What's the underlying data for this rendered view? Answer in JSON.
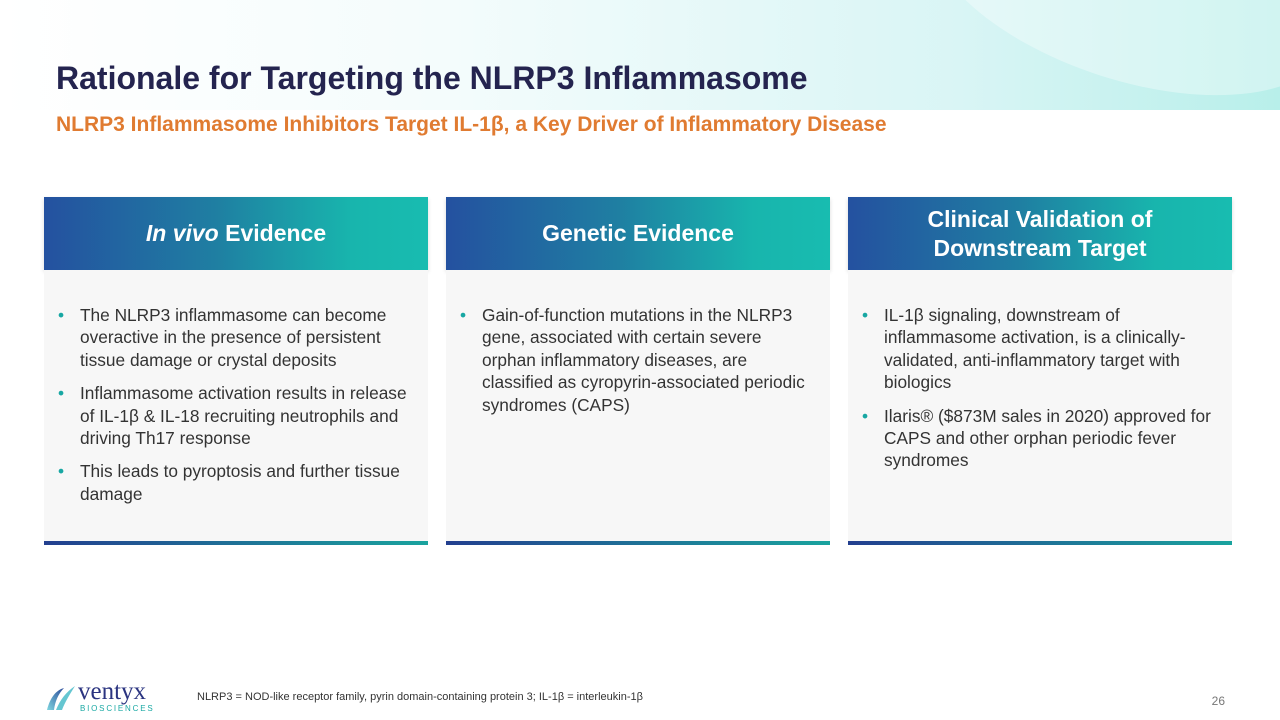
{
  "title": "Rationale for Targeting the NLRP3 Inflammasome",
  "subtitle": "NLRP3 Inflammasome Inhibitors Target IL-1β, a Key Driver of Inflammatory Disease",
  "cards": [
    {
      "title_italic": "In vivo",
      "title": " Evidence",
      "bullets": [
        "The NLRP3 inflammasome can become overactive in the presence of persistent tissue damage or crystal deposits",
        "Inflammasome activation results in release of IL-1β & IL-18 recruiting neutrophils and driving Th17 response",
        "This leads to pyroptosis and further tissue damage"
      ]
    },
    {
      "title": "Genetic Evidence",
      "bullets": [
        "Gain-of-function mutations in the NLRP3 gene, associated with certain severe orphan inflammatory diseases, are classified as cyropyrin-associated periodic syndromes (CAPS)"
      ]
    },
    {
      "title": "Clinical Validation of Downstream Target",
      "bullets": [
        "IL-1β signaling, downstream of inflammasome activation, is a clinically-validated, anti-inflammatory target with biologics",
        "Ilaris® ($873M sales in 2020) approved for CAPS and other orphan periodic fever syndromes"
      ]
    }
  ],
  "footnote": "NLRP3 = NOD-like receptor family, pyrin domain-containing protein 3; IL-1β = interleukin-1β",
  "page_number": "26",
  "logo": {
    "name": "ventyx",
    "sub": "BIOSCIENCES"
  }
}
